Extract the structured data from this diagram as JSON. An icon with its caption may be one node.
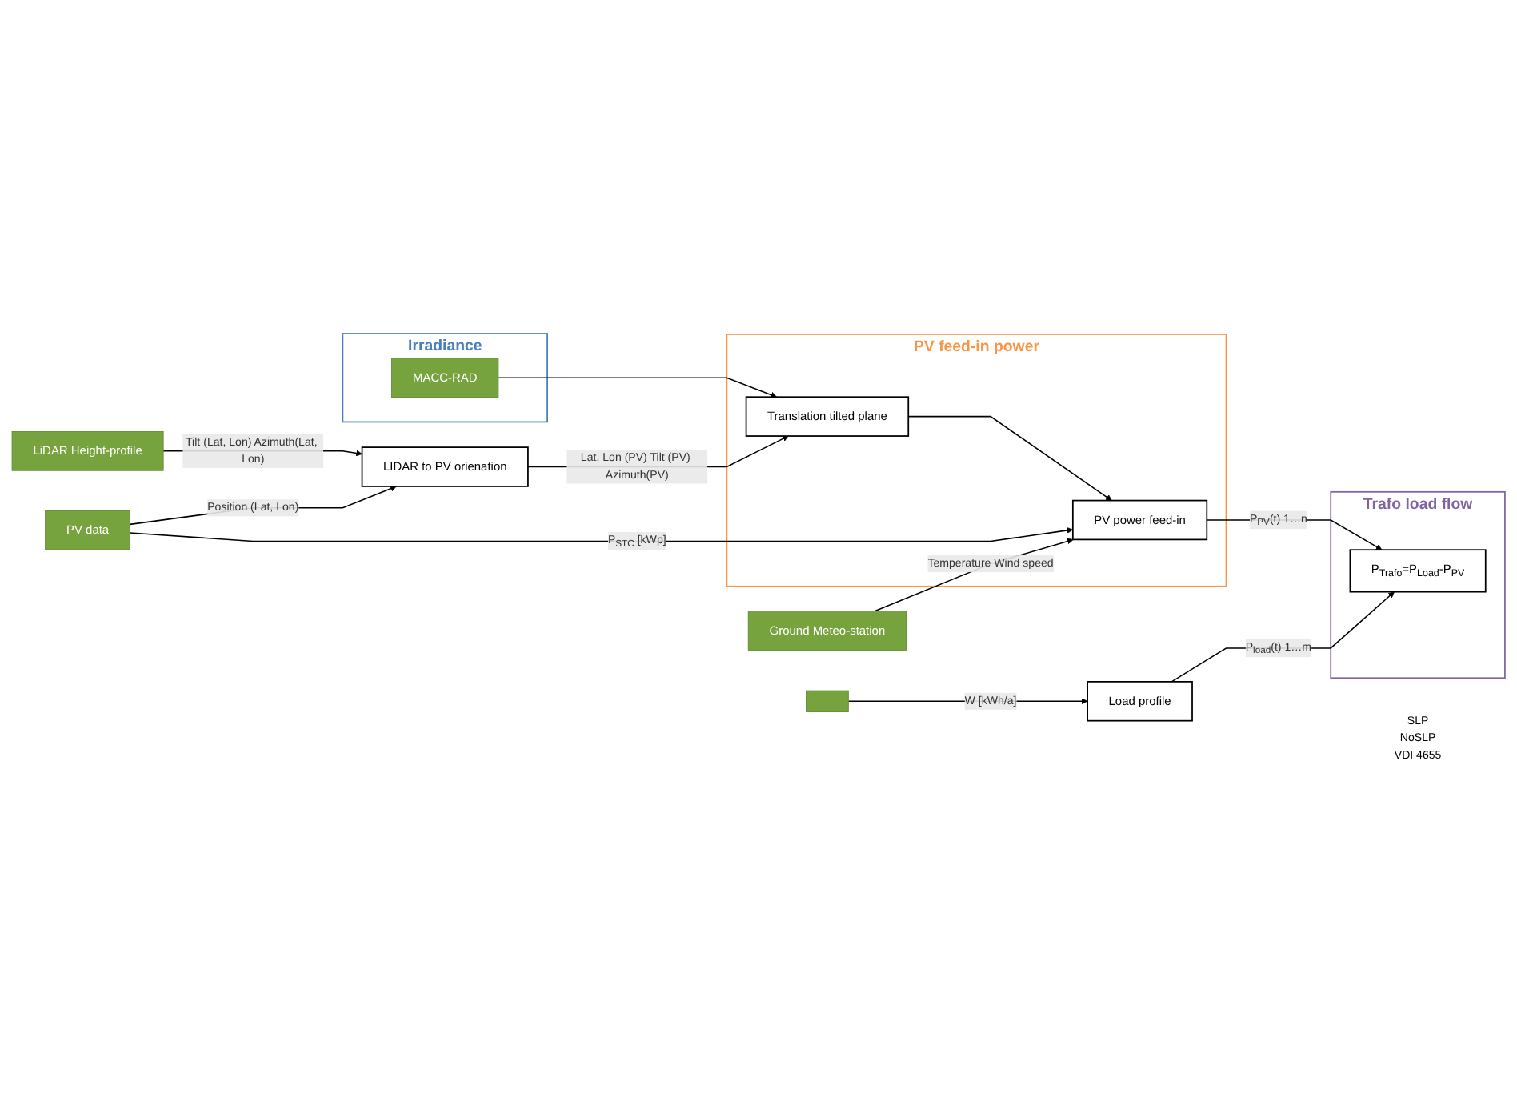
{
  "diagram": {
    "nodes": [
      {
        "text": [
          "Irradiance"
        ]
      },
      {
        "text": [
          "MACC-RAD"
        ],
        "in": 0
      },
      {
        "text": [
          "LiDAR Height-profile"
        ]
      },
      {
        "text": [
          "PV feed-in power"
        ]
      },
      {
        "text": [
          "Translation tilted plane"
        ],
        "in": 3
      },
      {
        "text": [
          "PV power feed-in"
        ],
        "in": 3
      },
      {
        "text": [
          "LIDAR to PV orienation"
        ]
      },
      {
        "text": [
          "Ground Meteo-station"
        ]
      },
      {
        "text": [
          "PV data"
        ]
      },
      {
        "text": [
          "Trafo load flow"
        ]
      },
      {
        "text": [
          "P$_{Trafo}$=P$_{Load}$-P$_{PV}$"
        ],
        "in": 9
      },
      {
        "text": [
          "Load profile"
        ],
        "beside": [
          "SLP",
          "NoSLP",
          "VDI 4655"
        ]
      },
      {
        "text": [],
        "shape": "box"
      }
    ],
    "edges": [
      {
        "from": 1,
        "to": 4,
        "arrow": "to"
      },
      {
        "from": 2,
        "to": 6,
        "arrow": "to",
        "label": "Tilt (Lat, Lon) Azimuth(Lat, Lon)"
      },
      {
        "from": 6,
        "to": 4,
        "arrow": "to",
        "label": "Lat, Lon (PV) Tilt (PV) Azimuth(PV)"
      },
      {
        "from": 4,
        "to": 5,
        "arrow": "to"
      },
      {
        "from": 7,
        "to": 5,
        "arrow": "to",
        "label": "Temperature Wind speed"
      },
      {
        "from": 8,
        "to": 6,
        "arrow": "to",
        "label": "Position (Lat, Lon)"
      },
      {
        "from": 8,
        "to": 5,
        "arrow": "to",
        "label": "P$_{STC}$ [kWp]"
      },
      {
        "from": 5,
        "to": 10,
        "arrow": "to",
        "label": "P$_{PV}$(t) 1…n"
      },
      {
        "from": 11,
        "to": 10,
        "arrow": "to",
        "label": "P$_{load}$(t) 1…m"
      },
      {
        "from": 12,
        "to": 11,
        "arrow": "to",
        "label": "W [kWh/a]"
      }
    ]
  }
}
